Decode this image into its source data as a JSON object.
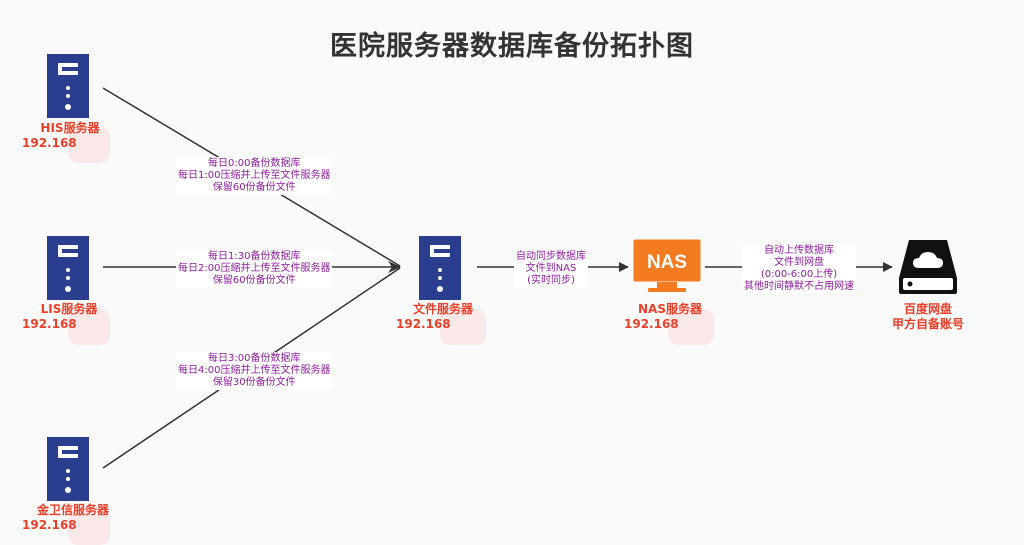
{
  "title": "医院服务器数据库备份拓扑图",
  "nodes": {
    "his": {
      "name": "HIS服务器",
      "ip": "192.168"
    },
    "lis": {
      "name": "LIS服务器",
      "ip": "192.168"
    },
    "jwx": {
      "name": "金卫信服务器",
      "ip": "192.168"
    },
    "file": {
      "name": "文件服务器",
      "ip": "192.168"
    },
    "nas": {
      "name": "NAS服务器",
      "ip": "192.168",
      "icon_text": "NAS"
    },
    "baidu": {
      "name": "百度网盘",
      "sub": "甲方自备账号"
    }
  },
  "edges": {
    "his_to_file": [
      "每日0:00备份数据库",
      "每日1:00压缩并上传至文件服务器",
      "保留60份备份文件"
    ],
    "lis_to_file": [
      "每日1:30备份数据库",
      "每日2:00压缩并上传至文件服务器",
      "保留60份备份文件"
    ],
    "jwx_to_file": [
      "每日3:00备份数据库",
      "每日4:00压缩并上传至文件服务器",
      "保留30份备份文件"
    ],
    "file_to_nas": [
      "自动同步数据库",
      "文件到NAS",
      "(实时同步)"
    ],
    "nas_to_baidu": [
      "自动上传数据库",
      "文件到网盘",
      "(0:00-6:00上传)",
      "其他时间静默不占用网速"
    ]
  },
  "colors": {
    "server": "#2b3d8f",
    "nas": "#f47b20",
    "label_red": "#e8402a",
    "edge_text": "#8e1f9e",
    "line": "#333333"
  }
}
